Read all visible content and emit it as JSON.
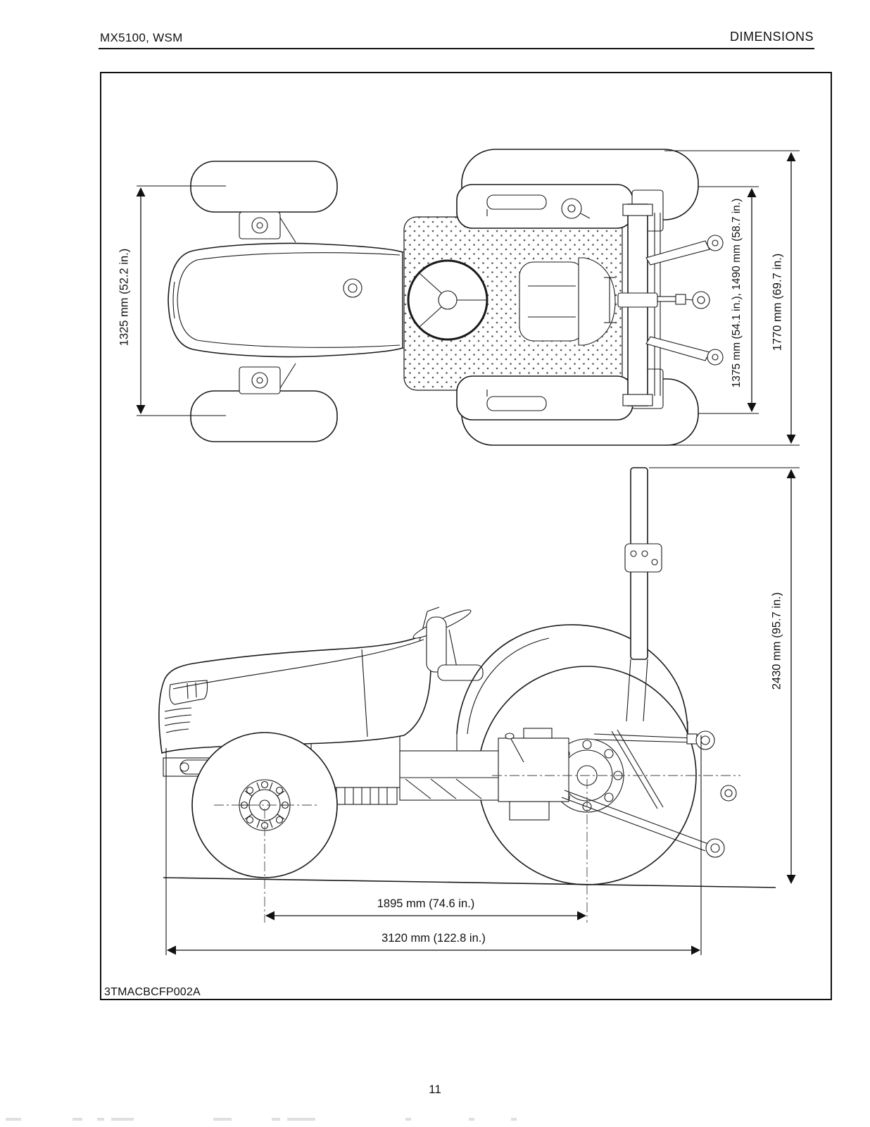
{
  "header": {
    "doc_title": "MX5100, WSM",
    "section_title": "DIMENSIONS"
  },
  "figure": {
    "code": "3TMACBCFP002A",
    "dimensions": {
      "front_tread": "1325 mm (52.2 in.)",
      "rear_tread": "1375 mm (54.1 in.), 1490 mm (58.7 in.)",
      "overall_width": "1770 mm (69.7 in.)",
      "overall_height": "2430 mm (95.7 in.)",
      "wheelbase": "1895 mm (74.6 in.)",
      "overall_length": "3120 mm (122.8 in.)"
    }
  },
  "footer": {
    "page_number": "11"
  }
}
